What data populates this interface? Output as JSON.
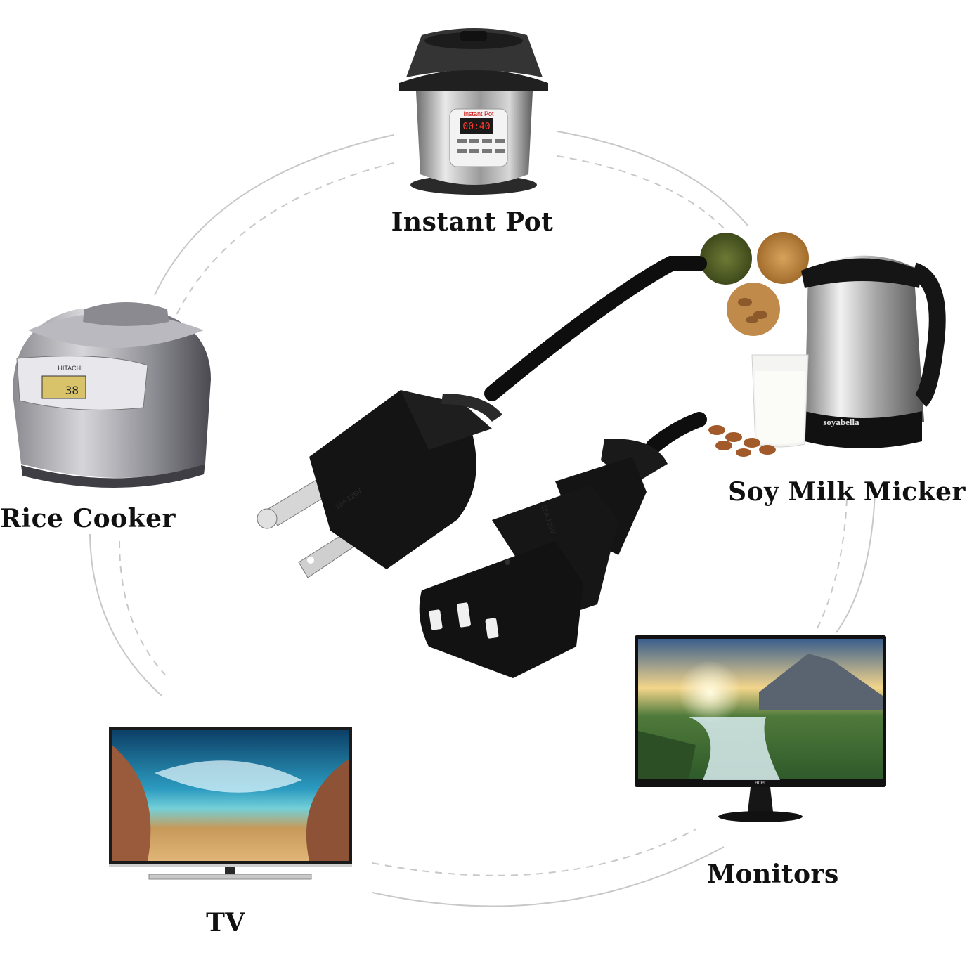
{
  "labels": {
    "instant_pot": "Instant Pot",
    "rice_cooker": "Rice Cooker",
    "soy_milk": "Soy Milk Micker",
    "tv": "TV",
    "monitors": "Monitors"
  },
  "product_text": {
    "instant_pot_brand": "Instant Pot",
    "instant_pot_display": "00:40",
    "rice_cooker_brand": "HITACHI",
    "rice_cooker_display": "38",
    "soy_milk_brand": "soyabella",
    "monitor_brand": "acer",
    "plug_marking": "15A 125V",
    "connector_marking": "10A 125V"
  },
  "colors": {
    "circle": "#c8c8c8",
    "cord": "#111111",
    "text": "#111111"
  },
  "icons": {
    "instant_pot": "pressure-cooker-icon",
    "rice_cooker": "rice-cooker-icon",
    "soy_milk": "soy-milk-maker-icon",
    "tv": "tv-icon",
    "monitor": "monitor-icon",
    "plug": "nema-5-15p-plug-icon",
    "connector": "iec-c13-connector-icon"
  }
}
